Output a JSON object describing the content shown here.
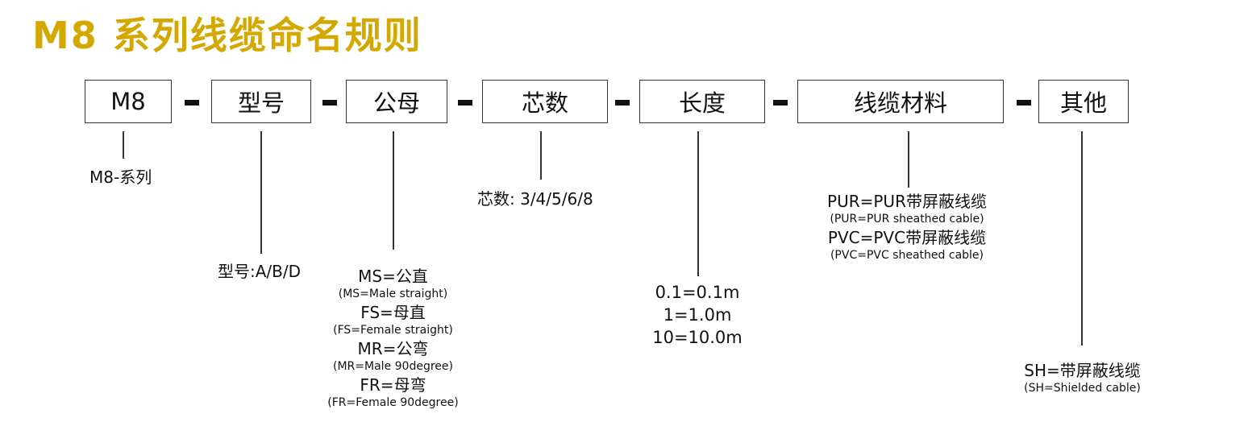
{
  "title": "M8 系列线缆命名规则",
  "boxes": [
    {
      "label": "M8"
    },
    {
      "label": "型号"
    },
    {
      "label": "公母"
    },
    {
      "label": "芯数"
    },
    {
      "label": "长度"
    },
    {
      "label": "线缆材料"
    },
    {
      "label": "其他"
    }
  ],
  "separator": "-",
  "series": {
    "label": "M8-系列"
  },
  "model": {
    "label": "型号:A/B/D"
  },
  "gender": [
    {
      "code": "MS=公直",
      "desc": "(MS=Male straight)"
    },
    {
      "code": "FS=母直",
      "desc": "(FS=Female straight)"
    },
    {
      "code": "MR=公弯",
      "desc": "(MR=Male 90degree)"
    },
    {
      "code": "FR=母弯",
      "desc": "(FR=Female 90degree)"
    }
  ],
  "cores": {
    "label": "芯数: 3/4/5/6/8"
  },
  "length": [
    "0.1=0.1m",
    "1=1.0m",
    "10=10.0m"
  ],
  "material": [
    {
      "code": "PUR=PUR带屏蔽线缆",
      "desc": "(PUR=PUR sheathed cable)"
    },
    {
      "code": "PVC=PVC带屏蔽线缆",
      "desc": "(PVC=PVC sheathed cable)"
    }
  ],
  "other": {
    "code": "SH=带屏蔽线缆",
    "desc": "(SH=Shielded cable)"
  },
  "colors": {
    "title": "#d4a800",
    "text": "#111111",
    "line": "#333333"
  }
}
